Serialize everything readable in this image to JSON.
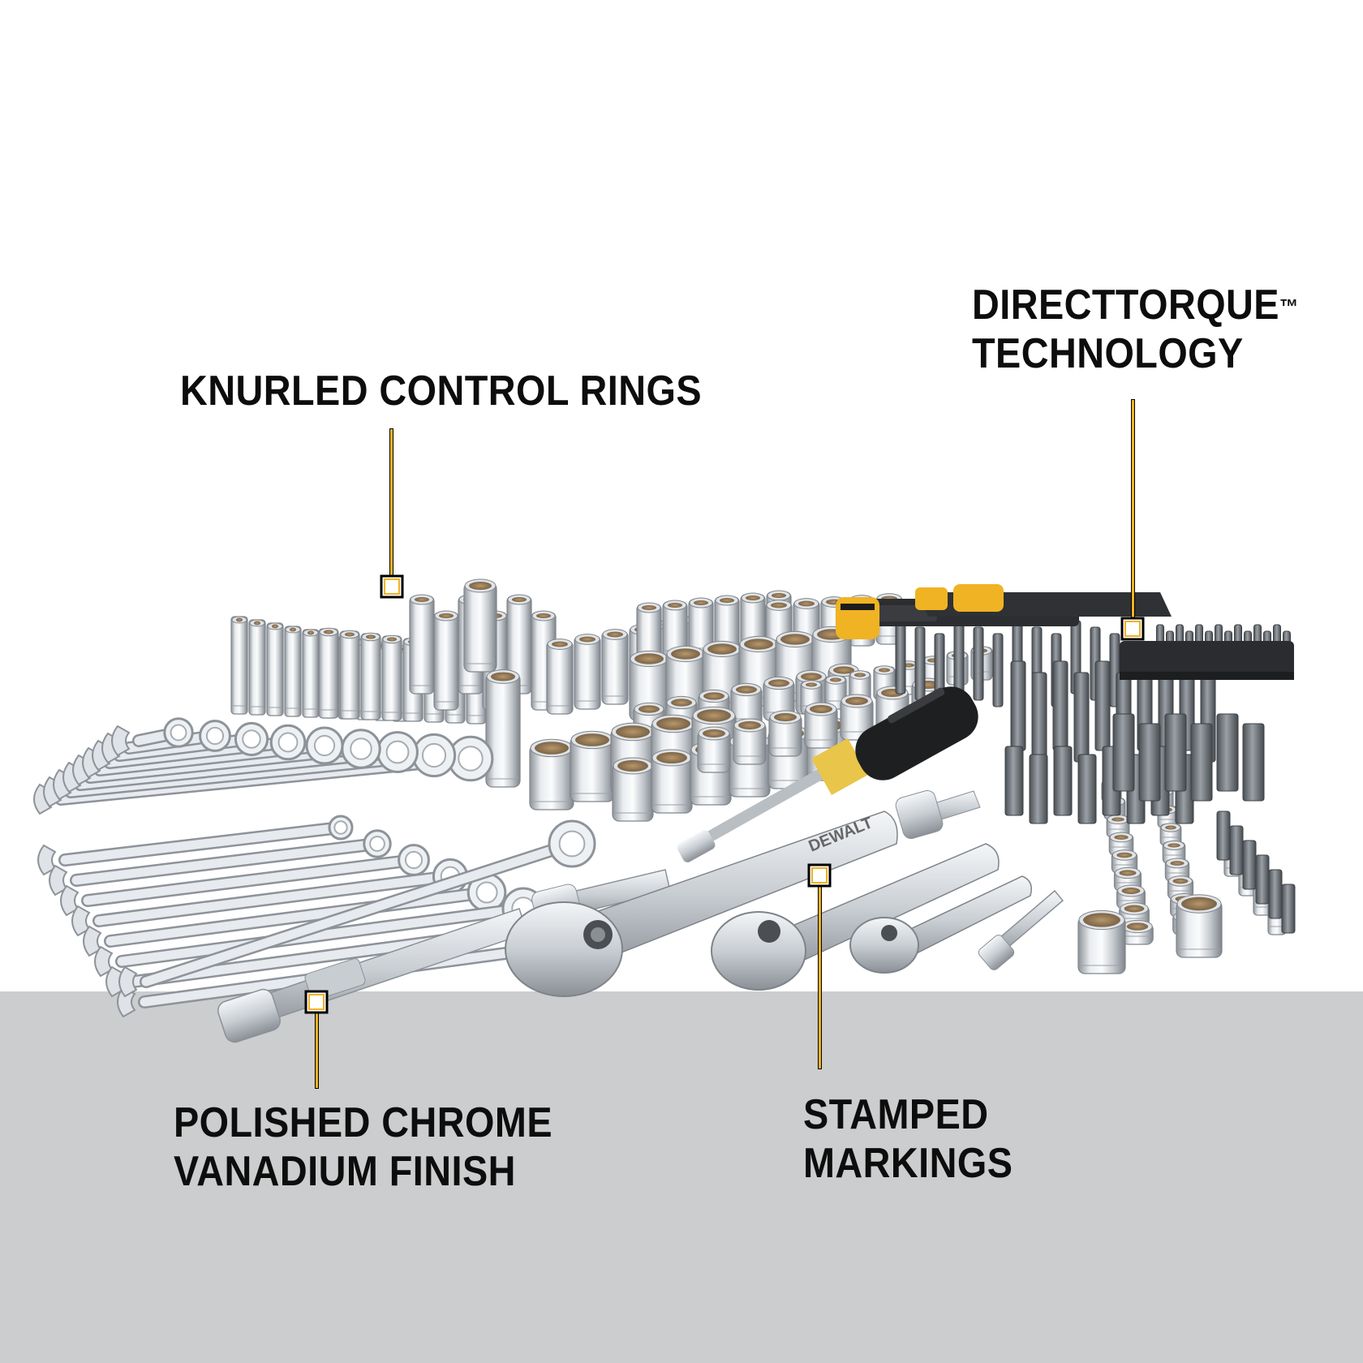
{
  "colors": {
    "accent": "#f0b323",
    "text": "#0d0d0d",
    "floor": "#cccdce",
    "background": "#ffffff"
  },
  "callouts": {
    "knurled": {
      "lines": [
        "KNURLED CONTROL RINGS"
      ]
    },
    "directtorque": {
      "line1": "DIRECTTORQUE",
      "trademark": "™",
      "line2": "TECHNOLOGY"
    },
    "polished": {
      "lines": [
        "POLISHED CHROME",
        "VANADIUM FINISH"
      ]
    },
    "stamped": {
      "lines": [
        "STAMPED",
        "MARKINGS"
      ]
    }
  },
  "brand": {
    "ratchet_stamp": "DEWALT"
  }
}
